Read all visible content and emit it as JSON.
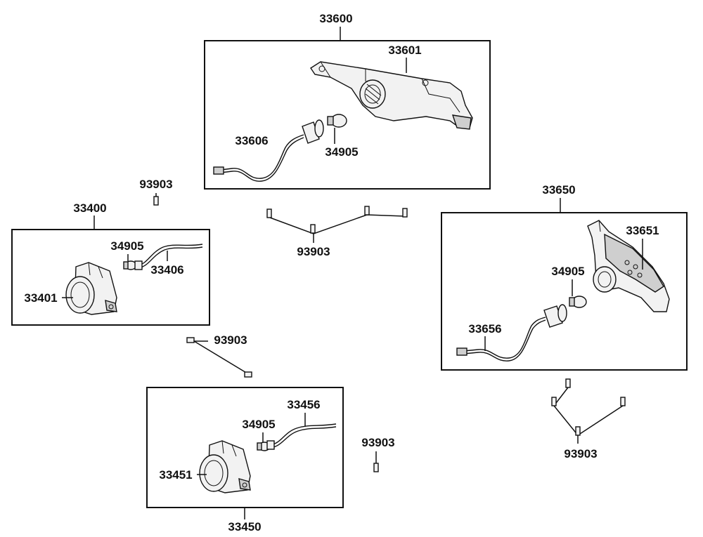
{
  "labels": {
    "assy_33600": "33600",
    "p_33601": "33601",
    "p_33606": "33606",
    "p_34905_a": "34905",
    "p_93903_a": "93903",
    "assy_33400": "33400",
    "p_34905_b": "34905",
    "p_33406": "33406",
    "p_33401": "33401",
    "p_93903_b": "93903",
    "p_93903_c": "93903",
    "assy_33650": "33650",
    "p_33651": "33651",
    "p_34905_c": "34905",
    "p_33656": "33656",
    "p_93903_d": "93903",
    "p_33456": "33456",
    "p_34905_d": "34905",
    "p_33451": "33451",
    "p_93903_e": "93903",
    "assy_33450": "33450"
  },
  "parts": {
    "bracket_lamp_rear": "part-33601",
    "socket_wire_rear": "part-33606",
    "bulb": "part-34905",
    "screw": "part-93903",
    "lamp_housing": "part-33401",
    "socket_wire": "part-33406",
    "bracket_lamp_front": "part-33651",
    "socket_wire_front": "part-33656",
    "lamp_housing_2": "part-33451",
    "socket_wire_2": "part-33456"
  }
}
